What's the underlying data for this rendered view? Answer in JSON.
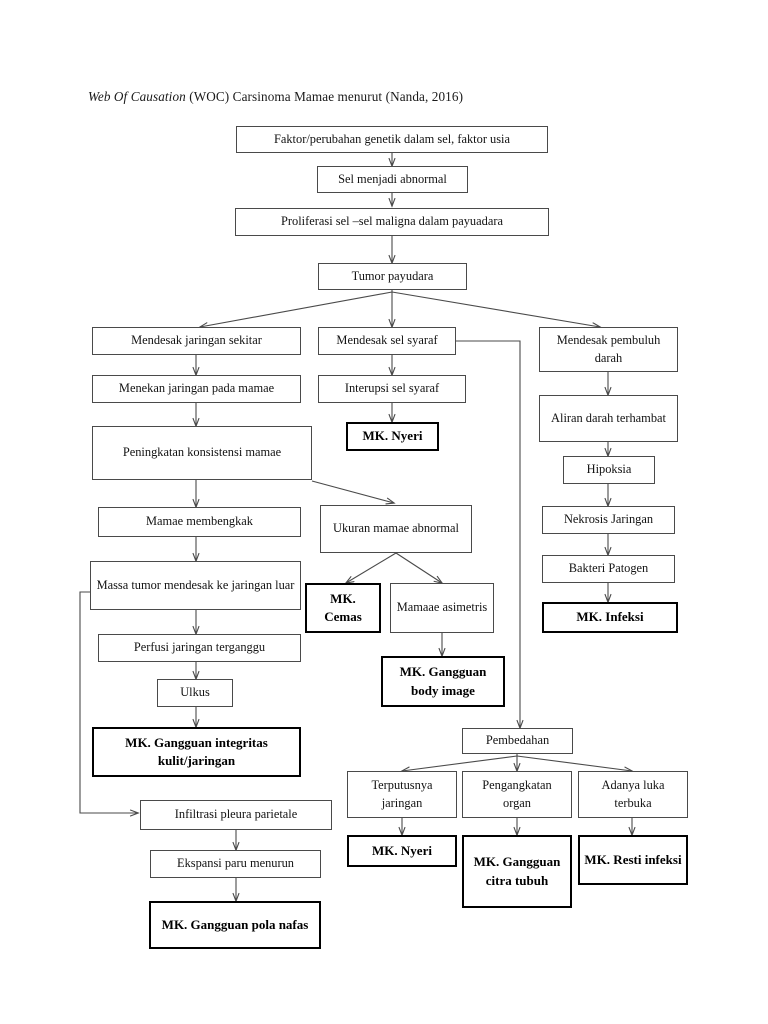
{
  "document": {
    "title_italic": "Web Of Causation",
    "title_rest": " (WOC) Carsinoma Mamae menurut (Nanda, 2016)",
    "background": "#ffffff",
    "line_color": "#4a4a4a",
    "emphasis_color": "#000000"
  },
  "nodes": {
    "faktor_genetik": "Faktor/perubahan genetik dalam sel, faktor usia",
    "sel_abnormal": "Sel menjadi abnormal",
    "proliferasi": "Proliferasi sel –sel maligna dalam payuadara",
    "tumor_payudara": "Tumor payudara",
    "mendesak_jaringan_sekitar": "Mendesak jaringan sekitar",
    "mendesak_sel_syaraf": "Mendesak sel syaraf",
    "mendesak_pembuluh_darah": "Mendesak pembuluh darah",
    "menekan_jaringan_mamae": "Menekan jaringan pada mamae",
    "interupsi_sel_syaraf": "Interupsi sel syaraf",
    "mk_nyeri_1": "MK. Nyeri",
    "aliran_darah_terhambat": "Aliran darah terhambat",
    "peningkatan_konsistensi": "Peningkatan konsistensi mamae",
    "hipoksia": "Hipoksia",
    "mamae_membengkak": "Mamae membengkak",
    "ukuran_mamae_abnormal": "Ukuran mamae abnormal",
    "nekrosis_jaringan": "Nekrosis Jaringan",
    "massa_tumor_mendesak": "Massa tumor mendesak ke jaringan luar",
    "mk_cemas": "MK. Cemas",
    "mamaae_asimetris": "Mamaae asimetris",
    "bakteri_patogen": "Bakteri Patogen",
    "mk_infeksi": "MK. Infeksi",
    "perfusi_jaringan_terganggu": "Perfusi jaringan terganggu",
    "mk_gangguan_body_image": "MK. Gangguan body image",
    "ulkus": "Ulkus",
    "mk_gangguan_integritas": "MK. Gangguan integritas kulit/jaringan",
    "pembedahan": "Pembedahan",
    "infiltrasi_pleura": "Infiltrasi pleura parietale",
    "terputusnya_jaringan": "Terputusnya jaringan",
    "pengangkatan_organ": "Pengangkatan organ",
    "adanya_luka_terbuka": "Adanya luka terbuka",
    "ekspansi_paru_menurun": "Ekspansi paru menurun",
    "mk_nyeri_2": "MK. Nyeri",
    "mk_gangguan_citra_tubuh": "MK. Gangguan citra tubuh",
    "mk_resti_infeksi": "MK. Resti infeksi",
    "mk_gangguan_pola_nafas": "MK. Gangguan pola nafas"
  },
  "chart_data": {
    "type": "diagram",
    "diagram_kind": "flowchart",
    "title": "Web Of Causation (WOC) Carsinoma Mamae menurut (Nanda, 2016)",
    "edges": [
      [
        "faktor_genetik",
        "sel_abnormal"
      ],
      [
        "sel_abnormal",
        "proliferasi"
      ],
      [
        "proliferasi",
        "tumor_payudara"
      ],
      [
        "tumor_payudara",
        "mendesak_jaringan_sekitar"
      ],
      [
        "tumor_payudara",
        "mendesak_sel_syaraf"
      ],
      [
        "tumor_payudara",
        "mendesak_pembuluh_darah"
      ],
      [
        "mendesak_jaringan_sekitar",
        "menekan_jaringan_mamae"
      ],
      [
        "menekan_jaringan_mamae",
        "peningkatan_konsistensi"
      ],
      [
        "peningkatan_konsistensi",
        "mamae_membengkak"
      ],
      [
        "peningkatan_konsistensi",
        "ukuran_mamae_abnormal"
      ],
      [
        "mamae_membengkak",
        "massa_tumor_mendesak"
      ],
      [
        "massa_tumor_mendesak",
        "perfusi_jaringan_terganggu"
      ],
      [
        "massa_tumor_mendesak",
        "infiltrasi_pleura"
      ],
      [
        "perfusi_jaringan_terganggu",
        "ulkus"
      ],
      [
        "ulkus",
        "mk_gangguan_integritas"
      ],
      [
        "infiltrasi_pleura",
        "ekspansi_paru_menurun"
      ],
      [
        "ekspansi_paru_menurun",
        "mk_gangguan_pola_nafas"
      ],
      [
        "mendesak_sel_syaraf",
        "interupsi_sel_syaraf"
      ],
      [
        "mendesak_sel_syaraf",
        "pembedahan"
      ],
      [
        "interupsi_sel_syaraf",
        "mk_nyeri_1"
      ],
      [
        "ukuran_mamae_abnormal",
        "mk_cemas"
      ],
      [
        "ukuran_mamae_abnormal",
        "mamaae_asimetris"
      ],
      [
        "mamaae_asimetris",
        "mk_gangguan_body_image"
      ],
      [
        "mendesak_pembuluh_darah",
        "aliran_darah_terhambat"
      ],
      [
        "aliran_darah_terhambat",
        "hipoksia"
      ],
      [
        "hipoksia",
        "nekrosis_jaringan"
      ],
      [
        "nekrosis_jaringan",
        "bakteri_patogen"
      ],
      [
        "bakteri_patogen",
        "mk_infeksi"
      ],
      [
        "pembedahan",
        "terputusnya_jaringan"
      ],
      [
        "pembedahan",
        "pengangkatan_organ"
      ],
      [
        "pembedahan",
        "adanya_luka_terbuka"
      ],
      [
        "terputusnya_jaringan",
        "mk_nyeri_2"
      ],
      [
        "pengangkatan_organ",
        "mk_gangguan_citra_tubuh"
      ],
      [
        "adanya_luka_terbuka",
        "mk_resti_infeksi"
      ]
    ],
    "emphasized_nodes": [
      "mk_nyeri_1",
      "mk_cemas",
      "mk_gangguan_body_image",
      "mk_infeksi",
      "mk_gangguan_integritas",
      "mk_gangguan_pola_nafas",
      "mk_nyeri_2",
      "mk_gangguan_citra_tubuh",
      "mk_resti_infeksi"
    ]
  }
}
